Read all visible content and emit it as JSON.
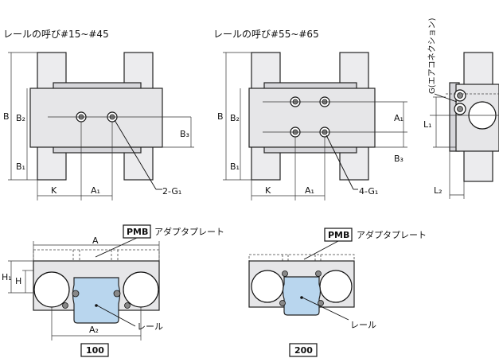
{
  "titles": {
    "left": "レールの呼び#15~#45",
    "middle": "レールの呼び#55~#65"
  },
  "dims": {
    "A": "A",
    "A1": "A₁",
    "A2": "A₂",
    "B": "B",
    "B1": "B₁",
    "B2": "B₂",
    "B3": "B₃",
    "K": "K",
    "H": "H",
    "H1": "H₁",
    "L1": "L₁",
    "L2": "L₂"
  },
  "callouts": {
    "g1_left": "2-G₁",
    "g1_middle": "4-G₁",
    "g_air": "G(エアコネクション)",
    "rail_left": "レール",
    "rail_right": "レール",
    "pmb_tag": "PMB",
    "adapter_plate": "アダプタプレート"
  },
  "sizes": {
    "size_100": "100",
    "size_200": "200"
  }
}
